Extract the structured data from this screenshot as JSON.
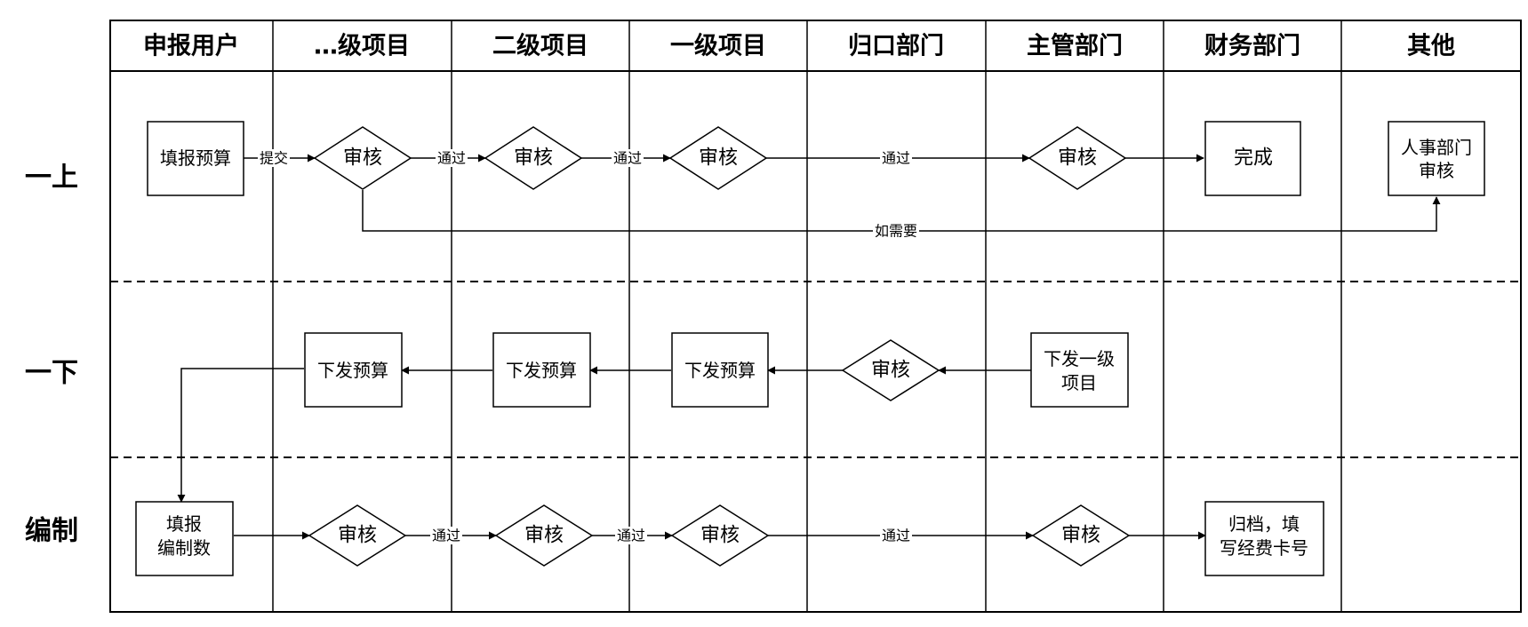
{
  "columns": [
    "申报用户",
    "…级项目",
    "二级项目",
    "一级项目",
    "归口部门",
    "主管部门",
    "财务部门",
    "其他"
  ],
  "rows": [
    "一上",
    "一下",
    "编制"
  ],
  "nodes": {
    "fill_budget": "填报预算",
    "review_1": "审核",
    "review_2": "审核",
    "review_3": "审核",
    "review_4": "审核",
    "complete": "完成",
    "hr_review": [
      "人事部门",
      "审核"
    ],
    "issue_top": [
      "下发一级",
      "项目"
    ],
    "review_5": "审核",
    "issue_budget_1": "下发预算",
    "issue_budget_2": "下发预算",
    "issue_budget_3": "下发预算",
    "fill_compile": [
      "填报",
      "编制数"
    ],
    "review_6": "审核",
    "review_7": "审核",
    "review_8": "审核",
    "review_9": "审核",
    "archive": [
      "归档，填",
      "写经费卡号"
    ]
  },
  "edge_labels": {
    "submit": "提交",
    "pass": "通过",
    "if_needed": "如需要"
  }
}
